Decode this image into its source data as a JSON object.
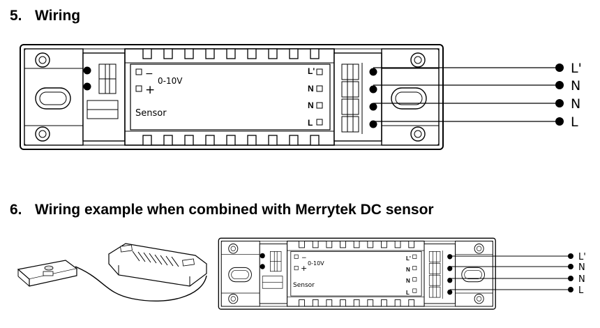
{
  "section5": {
    "number": "5.",
    "title": "Wiring"
  },
  "section6": {
    "number": "6.",
    "title": "Wiring example when combined with Merrytek DC sensor"
  },
  "diagram": {
    "control_minus": "−",
    "control_plus": "+",
    "control_range": "0-10V",
    "sensor_label": "Sensor",
    "terminals": [
      "L'",
      "N",
      "N",
      "L"
    ],
    "wire_labels": [
      "L'",
      "N",
      "N",
      "L"
    ]
  },
  "colors": {
    "ink": "#000000",
    "paper": "#ffffff",
    "fill": "#f4f4f4"
  }
}
